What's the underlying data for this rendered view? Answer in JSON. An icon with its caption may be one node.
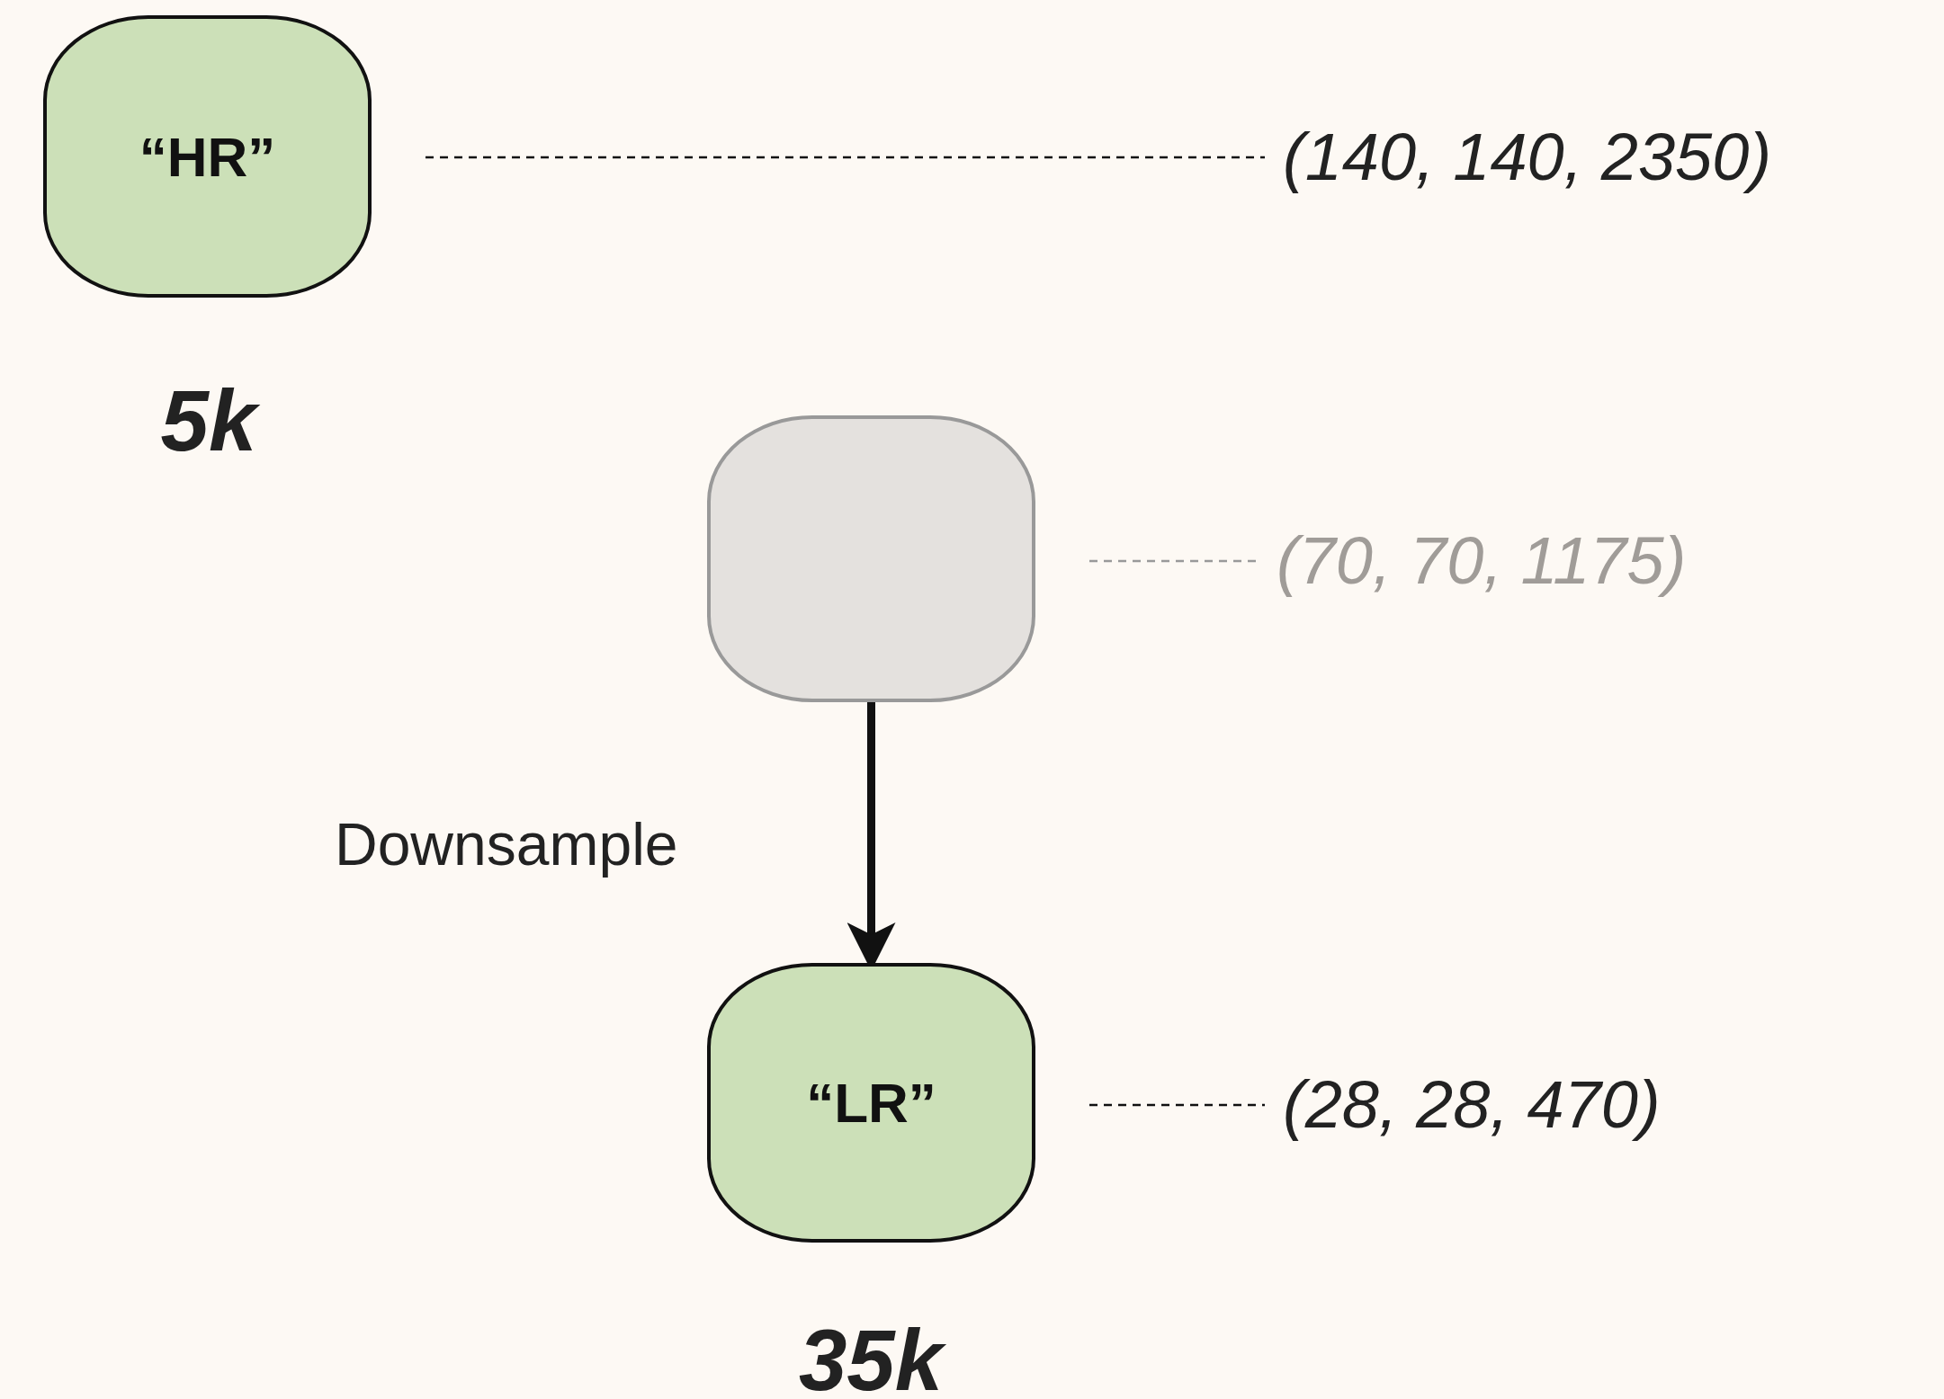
{
  "diagram": {
    "nodes": [
      {
        "text": [
          "“HR”"
        ],
        "beside": [
          "5k"
        ]
      },
      {
        "text": [
          "(140, 140, 2350)"
        ]
      },
      {
        "text": [],
        "shape": "box"
      },
      {
        "text": [
          "(70, 70, 1175)"
        ]
      },
      {
        "text": [
          "“LR”"
        ],
        "beside": [
          "35k"
        ]
      },
      {
        "text": [
          "(28, 28, 470)"
        ]
      }
    ],
    "edges": [
      {
        "from": 0,
        "to": 1,
        "arrow": "none",
        "style": "dashed"
      },
      {
        "from": 2,
        "to": 3,
        "arrow": "none",
        "style": "dashed",
        "color": "#999999"
      },
      {
        "from": 2,
        "to": 4,
        "arrow": "to",
        "style": "thick",
        "label": "Downsample"
      },
      {
        "from": 4,
        "to": 5,
        "arrow": "none",
        "style": "dashed"
      }
    ]
  }
}
